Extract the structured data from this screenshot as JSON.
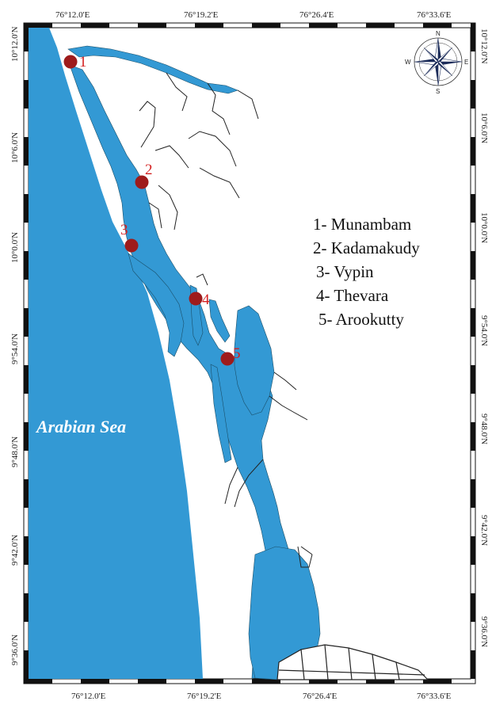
{
  "lon_labels": [
    "76°12.0'E",
    "76°19.2'E",
    "76°26.4'E",
    "76°33.6'E"
  ],
  "lat_labels": [
    "10°12.0'N",
    "10°6.0'N",
    "10°0.0'N",
    "9°54.0'N",
    "9°48.0'N",
    "9°42.0'N",
    "9°36.0'N"
  ],
  "compass": {
    "n": "N",
    "s": "S",
    "e": "E",
    "w": "W"
  },
  "sea_label": "Arabian Sea",
  "legend": [
    "1- Munambam",
    "2- Kadamakudy",
    "3- Vypin",
    "4- Thevara",
    "5- Arookutty"
  ],
  "sites": [
    {
      "number": "1",
      "name": "Munambam"
    },
    {
      "number": "2",
      "name": "Kadamakudy"
    },
    {
      "number": "3",
      "name": "Vypin"
    },
    {
      "number": "4",
      "name": "Thevara"
    },
    {
      "number": "5",
      "name": "Arookutty"
    }
  ],
  "colors": {
    "water": "#3399d4",
    "site_marker": "#9e1b1b",
    "site_label": "#d42020",
    "frame": "#111111"
  }
}
